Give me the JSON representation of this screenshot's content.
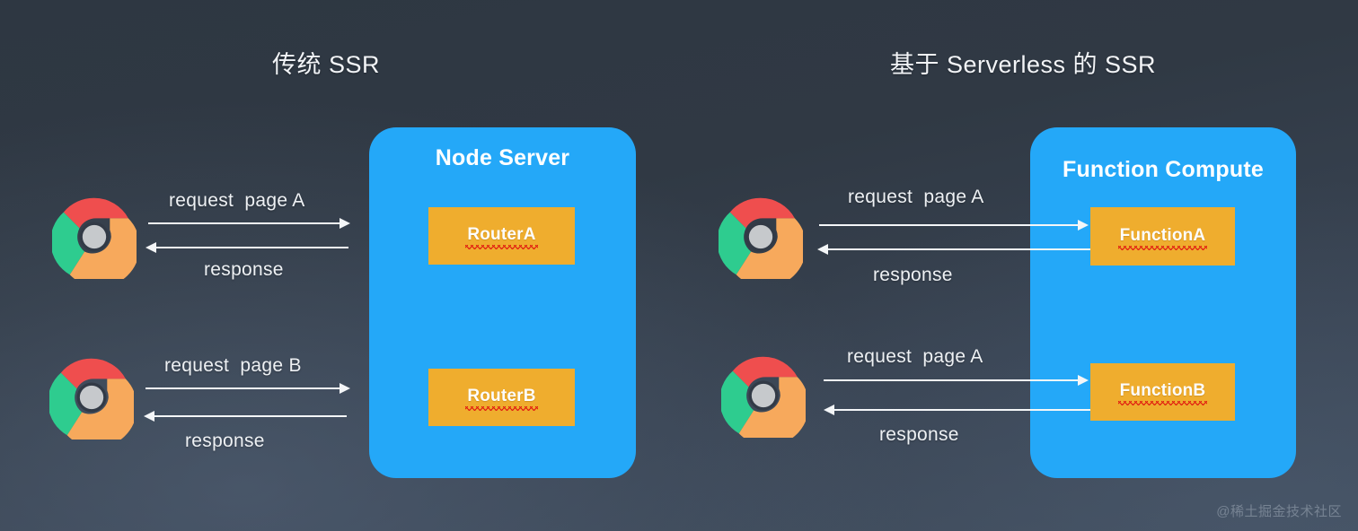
{
  "colors": {
    "background_top": "#2e3742",
    "background_bottom": "#414e5e",
    "panel_blue": "#24a8f8",
    "unit_orange": "#efad2e",
    "text_white": "#f2f4f7",
    "squiggle_red": "#e01b10",
    "chrome_red": "#ef4e4e",
    "chrome_green": "#2ecc8f",
    "chrome_yellow": "#f7a95c",
    "chrome_center": "#c6c9cc"
  },
  "titles": {
    "left": "传统 SSR",
    "right": "基于 Serverless 的 SSR"
  },
  "left_diagram": {
    "panel_title": "Node Server",
    "units": [
      {
        "label": "RouterA"
      },
      {
        "label": "RouterB"
      }
    ],
    "flows": [
      {
        "request_label": "request  page A",
        "response_label": "response"
      },
      {
        "request_label": "request  page B",
        "response_label": "response"
      }
    ],
    "clients": [
      {
        "icon": "chrome-icon"
      },
      {
        "icon": "chrome-icon"
      }
    ]
  },
  "right_diagram": {
    "panel_title": "Function Compute",
    "units": [
      {
        "label": "FunctionA"
      },
      {
        "label": "FunctionB"
      }
    ],
    "flows": [
      {
        "request_label": "request  page A",
        "response_label": "response"
      },
      {
        "request_label": "request  page A",
        "response_label": "response"
      }
    ],
    "clients": [
      {
        "icon": "chrome-icon"
      },
      {
        "icon": "chrome-icon"
      }
    ]
  },
  "watermark": "@稀土掘金技术社区"
}
